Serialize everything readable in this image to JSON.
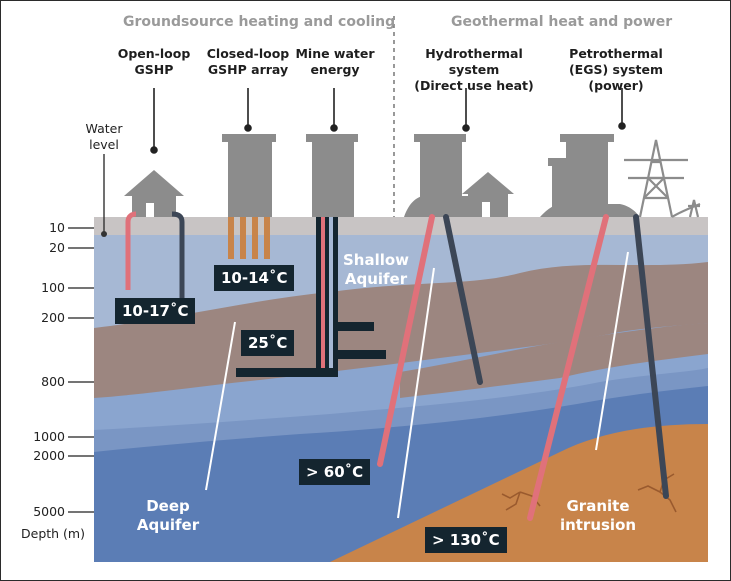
{
  "headers": {
    "left": "Groundsource heating and cooling",
    "right": "Geothermal heat and power"
  },
  "systems": {
    "open_loop": "Open-loop\nGSHP",
    "closed_loop": "Closed-loop\nGSHP array",
    "mine_water": "Mine water\nenergy",
    "hydrothermal": "Hydrothermal system\n(Direct use heat)",
    "petrothermal": "Petrothermal\n(EGS) system (power)"
  },
  "water_level": "Water\nlevel",
  "depth_axis": {
    "ticks": [
      "10",
      "20",
      "100",
      "200",
      "800",
      "1000",
      "2000",
      "5000"
    ],
    "unit": "Depth (m)"
  },
  "temperatures": {
    "closed_loop": "10-14˚C",
    "open_loop": "10-17˚C",
    "mine": "25˚C",
    "hydrothermal": "> 60˚C",
    "egs": "> 130˚C"
  },
  "zones": {
    "shallow": "Shallow\nAquifer",
    "deep": "Deep\nAquifer",
    "granite": "Granite\nintrusion"
  },
  "colors": {
    "sky": "#ffffff",
    "surface": "#c8c4c4",
    "shallow_aquifer": "#a6b8d4",
    "brown_layer": "#9c8680",
    "mid_aquifer": "#7a96c4",
    "deep_aquifer": "#5b7db5",
    "granite": "#c8844a",
    "hot_pipe": "#e0717a",
    "cold_pipe": "#3c4656",
    "building": "#8c8c8c",
    "label_box": "#14252f"
  }
}
